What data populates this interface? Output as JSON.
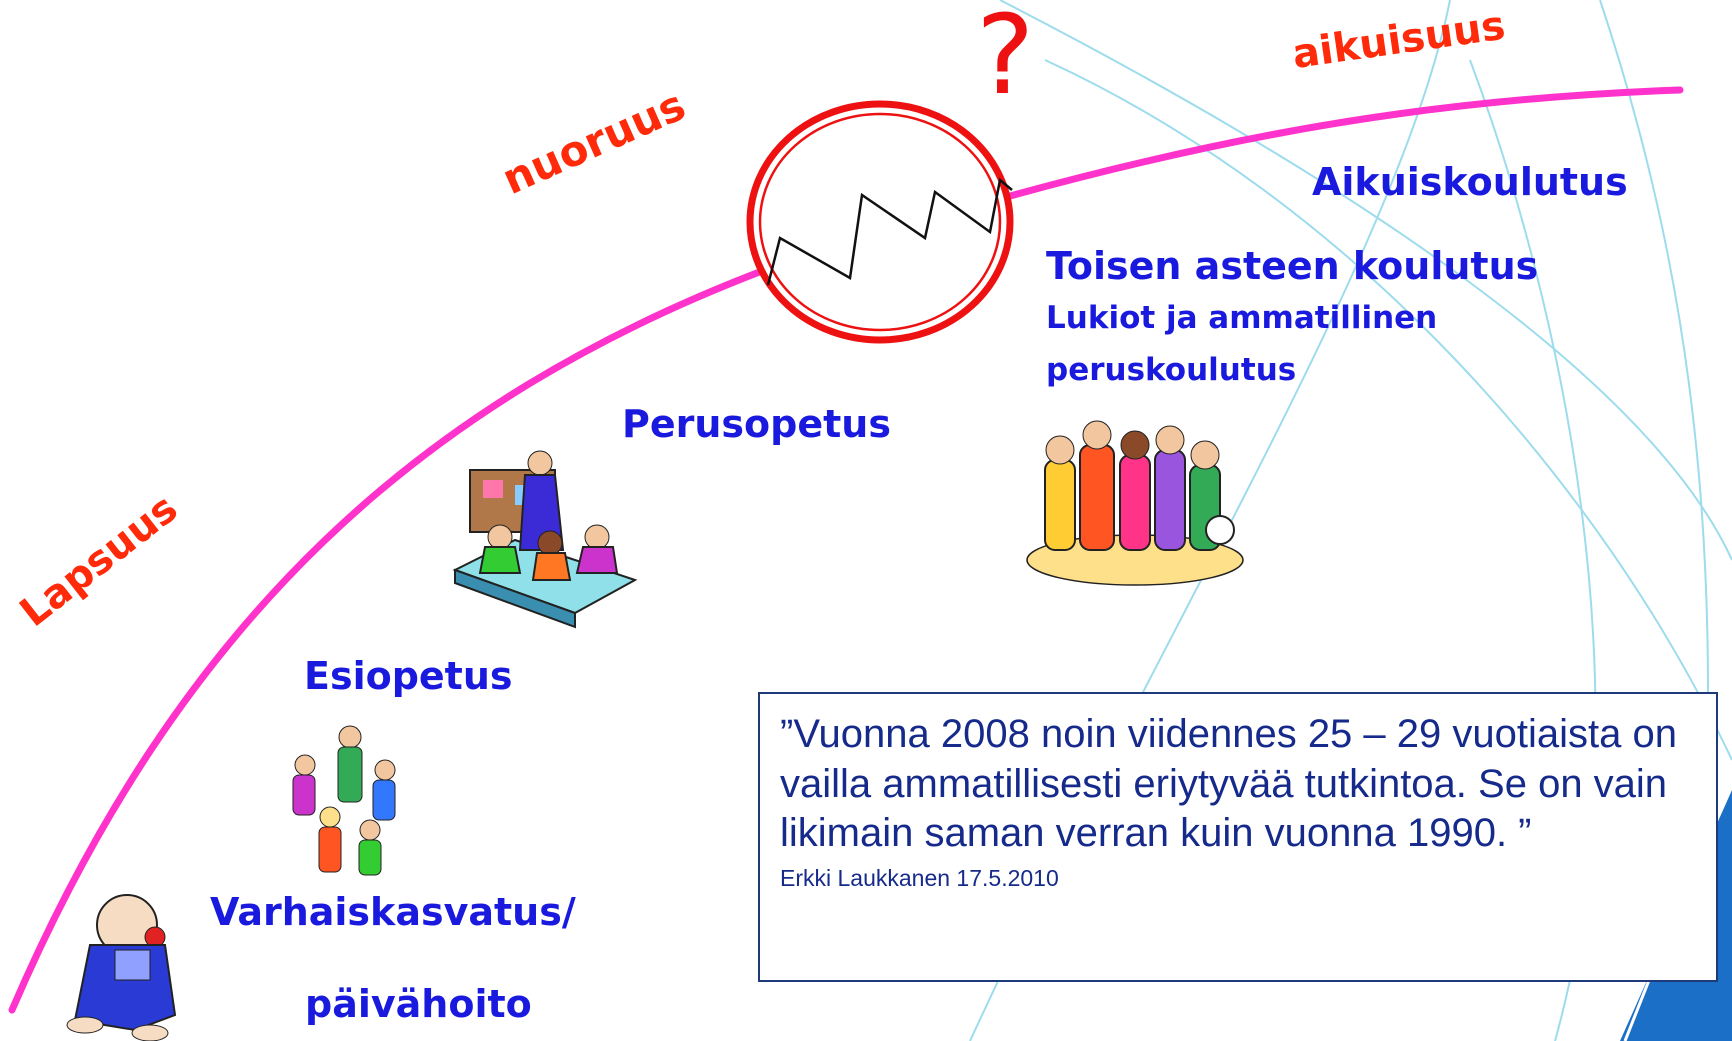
{
  "life_stages": {
    "childhood": "Lapsuus",
    "youth": "nuoruus",
    "adulthood": "aikuisuus"
  },
  "transition_mark": "?",
  "education_stages": {
    "early_education_line1": "Varhaiskasvatus/",
    "early_education_line2": "päivähoito",
    "preschool": "Esiopetus",
    "basic_education": "Perusopetus",
    "secondary_title": "Toisen asteen koulutus",
    "secondary_sub_line1": "Lukiot ja ammatillinen",
    "secondary_sub_line2": "peruskoulutus",
    "adult_education": "Aikuiskoulutus"
  },
  "quote": {
    "text": "”Vuonna 2008 noin viidennes 25 – 29 vuotiaista on vailla ammatillisesti eriytyvää tutkintoa. Se on vain likimain saman verran kuin vuonna 1990. ”",
    "author": "Erkki Laukkanen 17.5.2010"
  },
  "colors": {
    "curve": "#ff33cc",
    "ring": "#ee1111",
    "stage_text": "#1a1adf",
    "life_text": "#ff2a0a",
    "decor_lines": "#9ddcec",
    "quote_text": "#152a8a"
  }
}
